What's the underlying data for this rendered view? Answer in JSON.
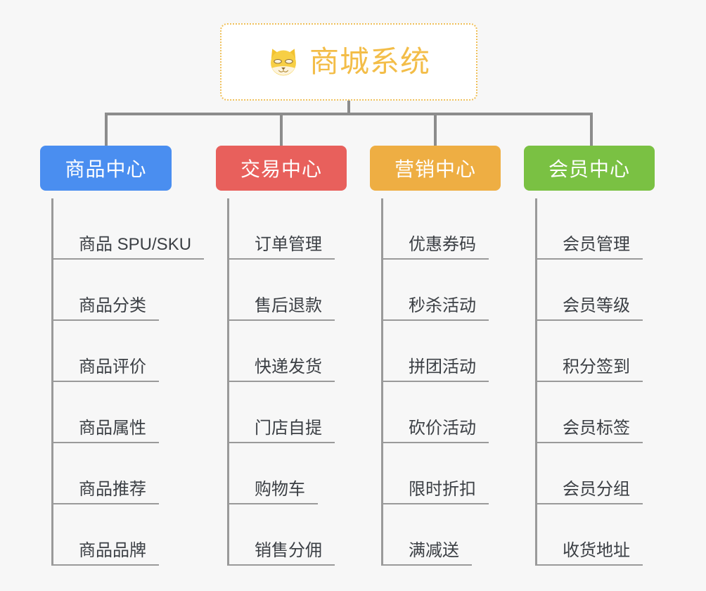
{
  "canvas": {
    "background": "#f7f7f7",
    "line_color": "#8c8c8c"
  },
  "root": {
    "title": "商城系统",
    "icon": "shiba-dog-icon",
    "text_color": "#f3bd48",
    "border_color": "#efc05a",
    "background": "#ffffff"
  },
  "columns": [
    {
      "header": "商品中心",
      "color": "#4a8ef0",
      "items": [
        "商品 SPU/SKU",
        "商品分类",
        "商品评价",
        "商品属性",
        "商品推荐",
        "商品品牌"
      ]
    },
    {
      "header": "交易中心",
      "color": "#e8605c",
      "items": [
        "订单管理",
        "售后退款",
        "快递发货",
        "门店自提",
        "购物车",
        "销售分佣"
      ]
    },
    {
      "header": "营销中心",
      "color": "#eeae43",
      "items": [
        "优惠券码",
        "秒杀活动",
        "拼团活动",
        "砍价活动",
        "限时折扣",
        "满减送"
      ]
    },
    {
      "header": "会员中心",
      "color": "#7ac143",
      "items": [
        "会员管理",
        "会员等级",
        "积分签到",
        "会员标签",
        "会员分组",
        "收货地址"
      ]
    }
  ]
}
